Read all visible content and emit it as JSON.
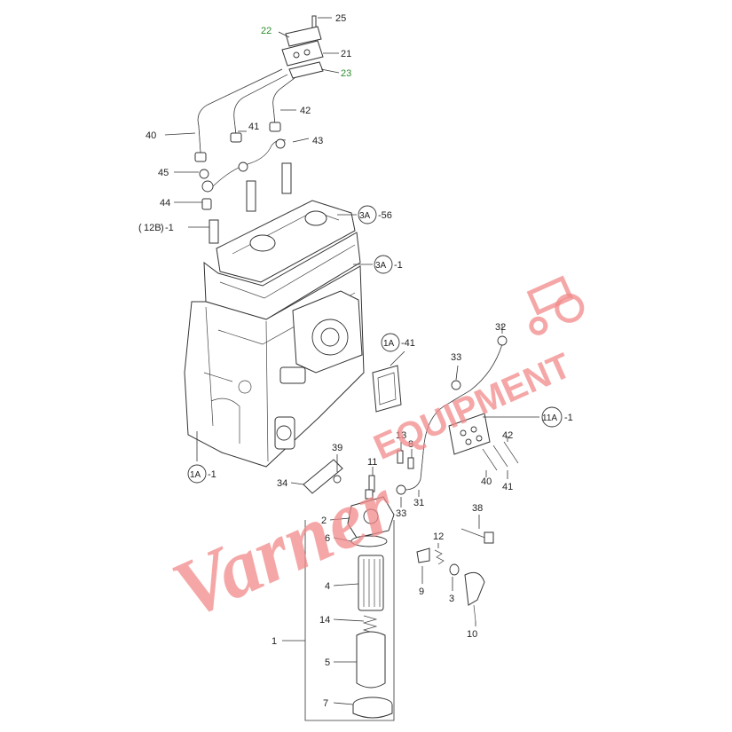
{
  "labels": {
    "p25": "25",
    "p22": "22",
    "p21": "21",
    "p23": "23",
    "p42a": "42",
    "p40a": "40",
    "p41a": "41",
    "p43": "43",
    "p45": "45",
    "p44": "44",
    "p12b_a": "12B",
    "p12b_b": "-1",
    "p3a_a": "3A",
    "p3a_a_suffix": "-56",
    "p3a_b": "3A",
    "p3a_b_suffix": "-1",
    "p1a41": "1A",
    "p1a41_suffix": "-41",
    "p32": "32",
    "p33a": "33",
    "p11a": "11A",
    "p11a_suffix": "-1",
    "p13": "13",
    "p8": "8",
    "p42b": "42",
    "p39": "39",
    "p1a1": "1A",
    "p1a1_suffix": "-1",
    "p11": "11",
    "p40b": "40",
    "p41b": "41",
    "p34": "34",
    "p31": "31",
    "p33b": "33",
    "p2": "2",
    "p38": "38",
    "p6": "6",
    "p12": "12",
    "p9": "9",
    "p3": "3",
    "p4": "4",
    "p14": "14",
    "p10": "10",
    "p1": "1",
    "p5": "5",
    "p7": "7"
  },
  "watermark": {
    "text_main": "Varner",
    "text_sub": "EQUIPMENT"
  },
  "colors": {
    "label_highlight": "#2e8b2e",
    "watermark": "#f28a8a",
    "line": "#333333"
  }
}
